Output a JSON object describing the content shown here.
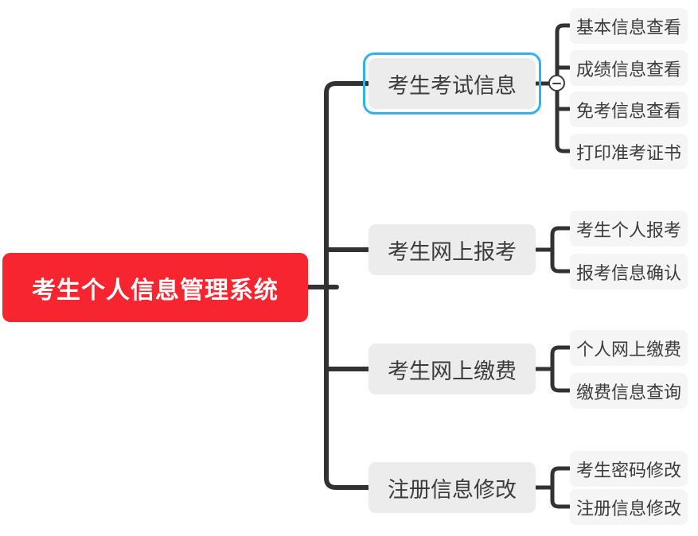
{
  "colors": {
    "root_bg": "#f7252f",
    "root_text": "#ffffff",
    "branch_bg": "#ececec",
    "leaf_bg": "#f5f5f5",
    "node_text": "#3c3c3c",
    "line": "#323232",
    "selection": "#2fb1f2",
    "collapse_border": "#3c3c3c"
  },
  "root": {
    "label": "考生个人信息管理系统"
  },
  "branches": [
    {
      "label": "考生考试信息",
      "selected": true,
      "collapse_button": {
        "icon": "minus-icon"
      },
      "children": [
        {
          "label": "基本信息查看"
        },
        {
          "label": "成绩信息查看"
        },
        {
          "label": "免考信息查看"
        },
        {
          "label": "打印准考证书"
        }
      ]
    },
    {
      "label": "考生网上报考",
      "selected": false,
      "children": [
        {
          "label": "考生个人报考"
        },
        {
          "label": "报考信息确认"
        }
      ]
    },
    {
      "label": "考生网上缴费",
      "selected": false,
      "children": [
        {
          "label": "个人网上缴费"
        },
        {
          "label": "缴费信息查询"
        }
      ]
    },
    {
      "label": "注册信息修改",
      "selected": false,
      "children": [
        {
          "label": "考生密码修改"
        },
        {
          "label": "注册信息修改"
        }
      ]
    }
  ]
}
